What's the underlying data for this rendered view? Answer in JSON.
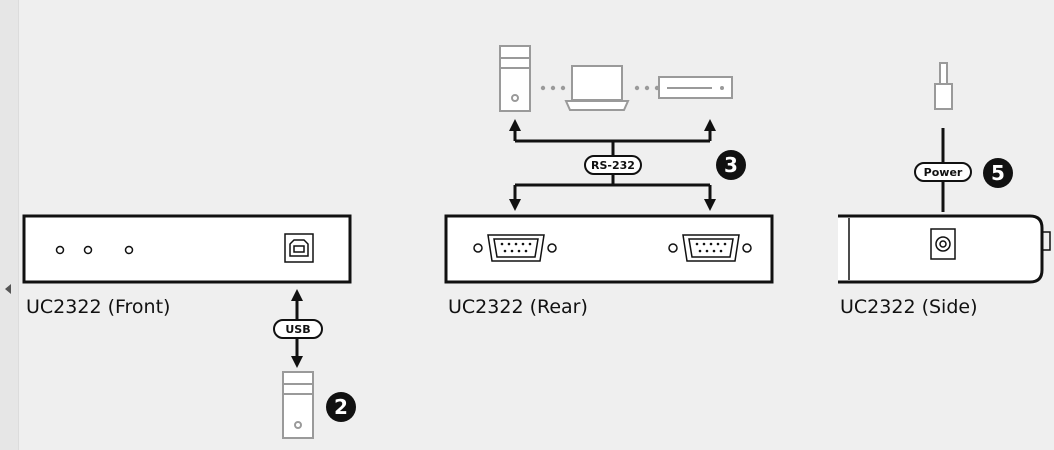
{
  "front": {
    "caption": "UC2322 (Front)"
  },
  "rear": {
    "caption": "UC2322 (Rear)"
  },
  "side": {
    "caption": "UC2322 (Side)"
  },
  "labels": {
    "usb": "USB",
    "rs232": "RS-232",
    "power": "Power"
  },
  "steps": {
    "usb_step": "2",
    "rs232_step": "3",
    "power_step": "5"
  },
  "colors": {
    "background": "#efefef",
    "line": "#111111",
    "ghost_device": "#9a9a9a"
  }
}
